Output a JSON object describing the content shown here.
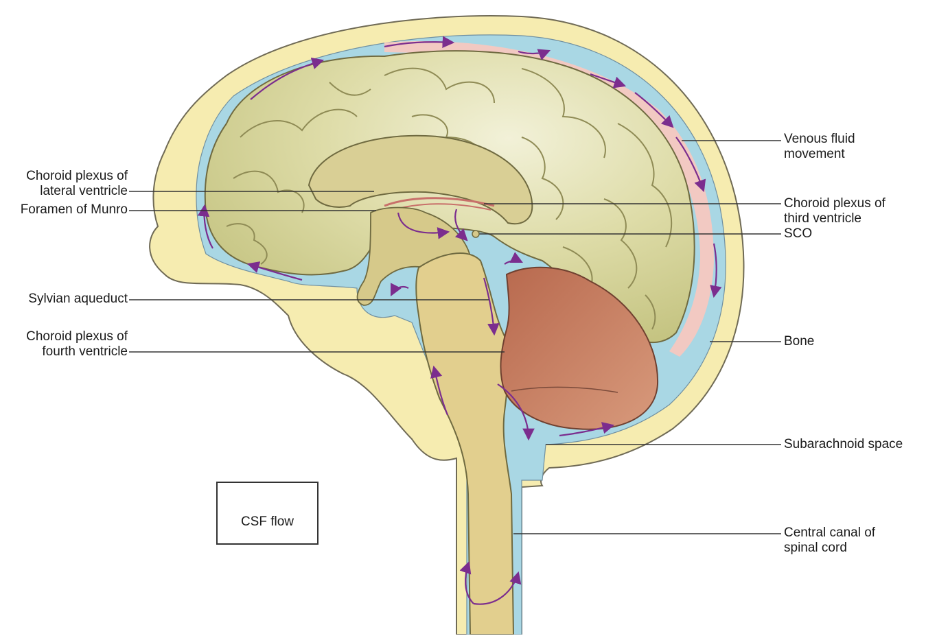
{
  "labels": {
    "choroid_lateral_1": "Choroid plexus of",
    "choroid_lateral_2": "lateral ventricle",
    "foramen": "Foramen of Munro",
    "sylvian": "Sylvian aqueduct",
    "choroid_fourth_1": "Choroid plexus of",
    "choroid_fourth_2": "fourth ventricle",
    "venous_1": "Venous fluid",
    "venous_2": "movement",
    "choroid_third_1": "Choroid plexus of",
    "choroid_third_2": "third ventricle",
    "sco": "SCO",
    "bone": "Bone",
    "subarachnoid": "Subarachnoid space",
    "central_canal_1": "Central canal of",
    "central_canal_2": "spinal cord"
  },
  "legend": {
    "label": "CSF flow"
  },
  "colors": {
    "bone": "#f6ecb0",
    "csf": "#a9d7e4",
    "venous": "#f2c9c2",
    "brain": "#d6d49a",
    "brainstem": "#e2cf8e",
    "cerebellum": "#c9876a",
    "arrow": "#7b2d8e",
    "leader": "#333333"
  }
}
